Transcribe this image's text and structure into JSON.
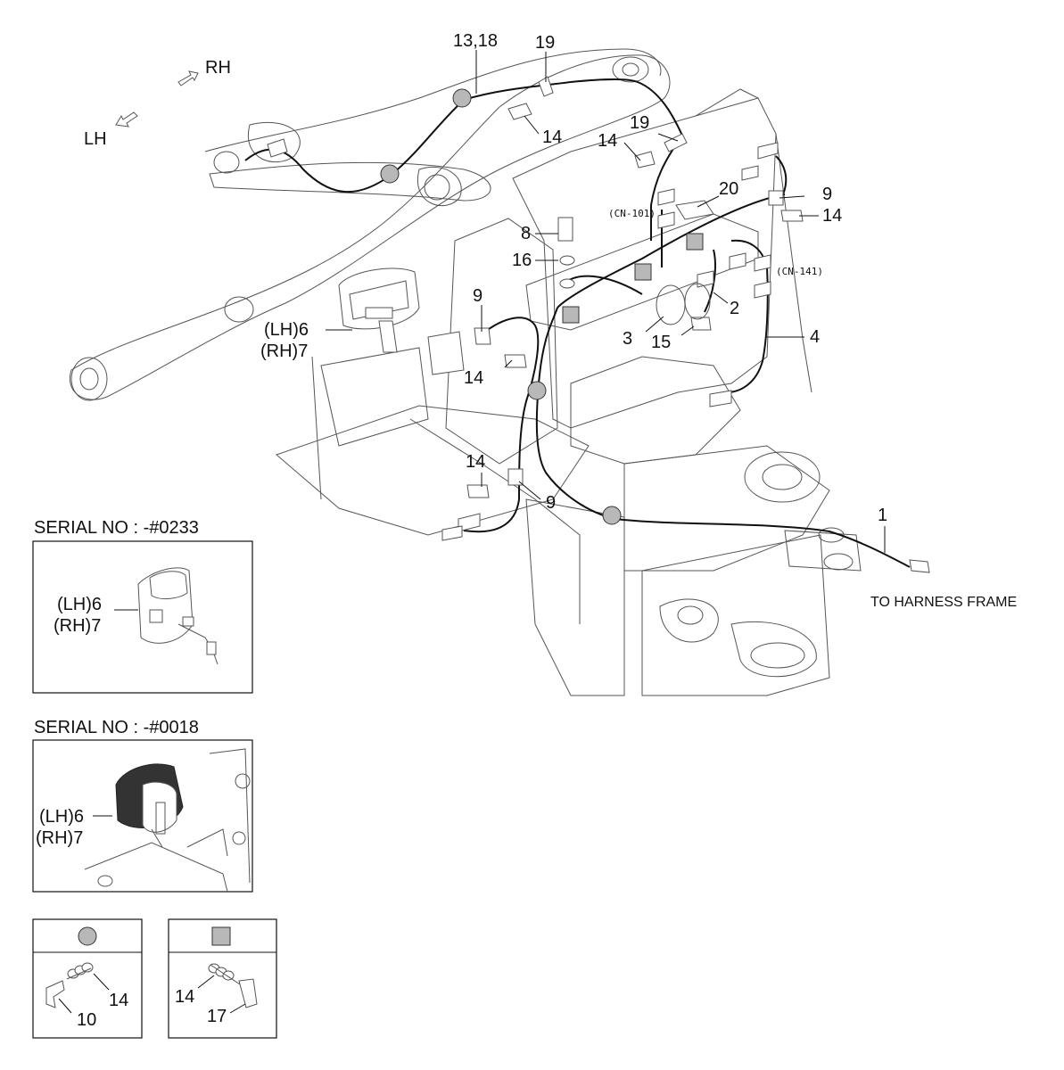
{
  "diagram": {
    "direction_labels": {
      "rh": "RH",
      "lh": "LH"
    },
    "callouts": {
      "c_13_18": "13,18",
      "c_19a": "19",
      "c_19b": "19",
      "c_14a": "14",
      "c_14b": "14",
      "c_14c": "14",
      "c_14d": "14",
      "c_14e": "14",
      "c_20": "20",
      "c_9a": "9",
      "c_9b": "9",
      "c_9c": "9",
      "c_8": "8",
      "c_16": "16",
      "c_2": "2",
      "c_3": "3",
      "c_15": "15",
      "c_4": "4",
      "c_1": "1",
      "c_lh6": "(LH)6",
      "c_rh7": "(RH)7"
    },
    "connectors": {
      "cn101": "(CN-101)",
      "cn141": "(CN-141)"
    },
    "harness_note": "TO HARNESS FRAME"
  },
  "insets": {
    "serial_0233": {
      "title": "SERIAL NO : -#0233",
      "lh": "(LH)6",
      "rh": "(RH)7"
    },
    "serial_0018": {
      "title": "SERIAL NO : -#0018",
      "lh": "(LH)6",
      "rh": "(RH)7"
    }
  },
  "legend": {
    "round_clamp": {
      "symbol": "dot",
      "part_a": "14",
      "part_b": "10"
    },
    "square_clamp": {
      "symbol": "square",
      "part_a": "14",
      "part_b": "17"
    }
  }
}
